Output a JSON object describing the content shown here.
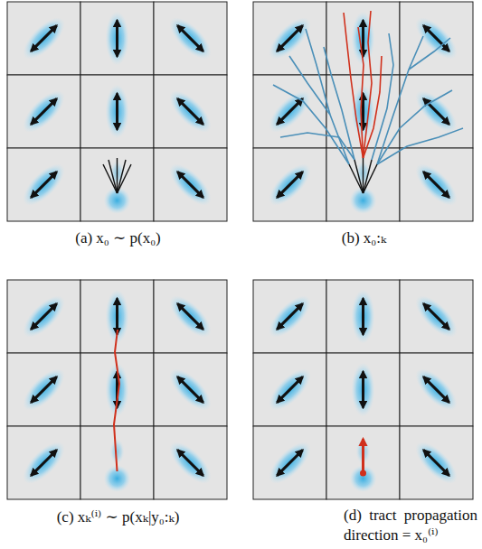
{
  "diagram": {
    "labels": [
      "(a) x₀ ∼ p(x₀)",
      "(b) x₀:ₖ",
      "(c) xₖ⁽ⁱ⁾ ∼ p(xₖ|y₀:ₖ)",
      "(d) tract propagation direction = x₀⁽ⁱ⁾"
    ]
  }
}
